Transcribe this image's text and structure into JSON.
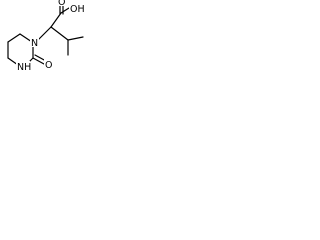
{
  "molecule": {
    "atoms": {
      "oh": "OH",
      "o_acid": "O",
      "n_ring": "N",
      "nh_ring": "NH",
      "o_ring": "O"
    }
  },
  "colors": {
    "bond": "#000000",
    "background": "#ffffff"
  }
}
